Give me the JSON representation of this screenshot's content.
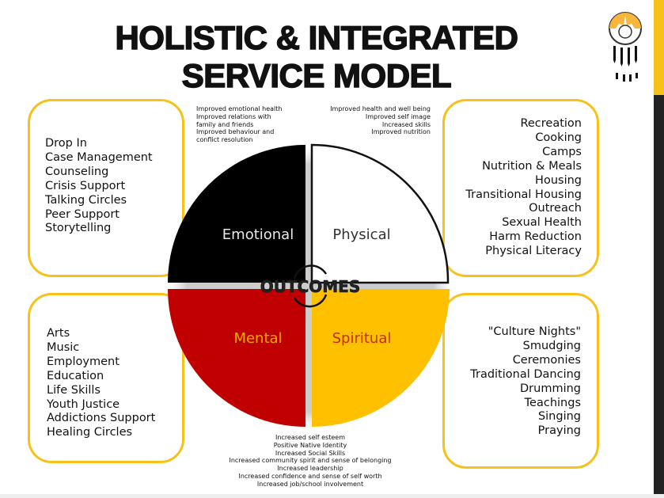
{
  "title": {
    "line1": "HOLISTIC & INTEGRATED",
    "line2": "SERVICE MODEL"
  },
  "wheel": {
    "center_label": "OUTCOMES",
    "quadrants": [
      {
        "label": "Emotional",
        "color": "#000000",
        "text_color": "#e8e8e8"
      },
      {
        "label": "Physical",
        "color": "#ffffff",
        "text_color": "#333333"
      },
      {
        "label": "Mental",
        "color": "#c00000",
        "text_color": "#f5a800"
      },
      {
        "label": "Spiritual",
        "color": "#ffc000",
        "text_color": "#c0300a"
      }
    ]
  },
  "services": {
    "emotional": [
      "Drop In",
      "Case Management",
      "Counseling",
      "Crisis Support",
      "Talking Circles",
      "Peer Support",
      "Storytelling"
    ],
    "physical": [
      "Recreation",
      "Cooking",
      "Camps",
      "Nutrition & Meals",
      "Housing",
      "Transitional Housing",
      "Outreach",
      "Sexual Health",
      "Harm Reduction",
      "Physical Literacy"
    ],
    "mental": [
      "Arts",
      "Music",
      "Employment",
      "Education",
      "Life Skills",
      "Youth Justice",
      "Addictions Support",
      "Healing Circles"
    ],
    "spiritual": [
      "\"Culture Nights\"",
      "Smudging",
      "Ceremonies",
      "Traditional Dancing",
      "Drumming",
      "Teachings",
      "Singing",
      "Praying"
    ]
  },
  "outcomes": {
    "emotional": [
      "Improved emotional health",
      "Improved relations with",
      "family and friends",
      "Improved behaviour and",
      "conflict resolution"
    ],
    "physical": [
      "Improved health and well being",
      "Improved self image",
      "Increased skills",
      "Improved nutrition"
    ],
    "general": [
      "Increased self esteem",
      "Positive Native Identity",
      "Increased Social Skills",
      "Increased community spirit and sense of belonging",
      "Increased leadership",
      "Increased confidence and sense of self worth",
      "Increased job/school involvement"
    ]
  },
  "colors": {
    "accent": "#f6c21a"
  }
}
